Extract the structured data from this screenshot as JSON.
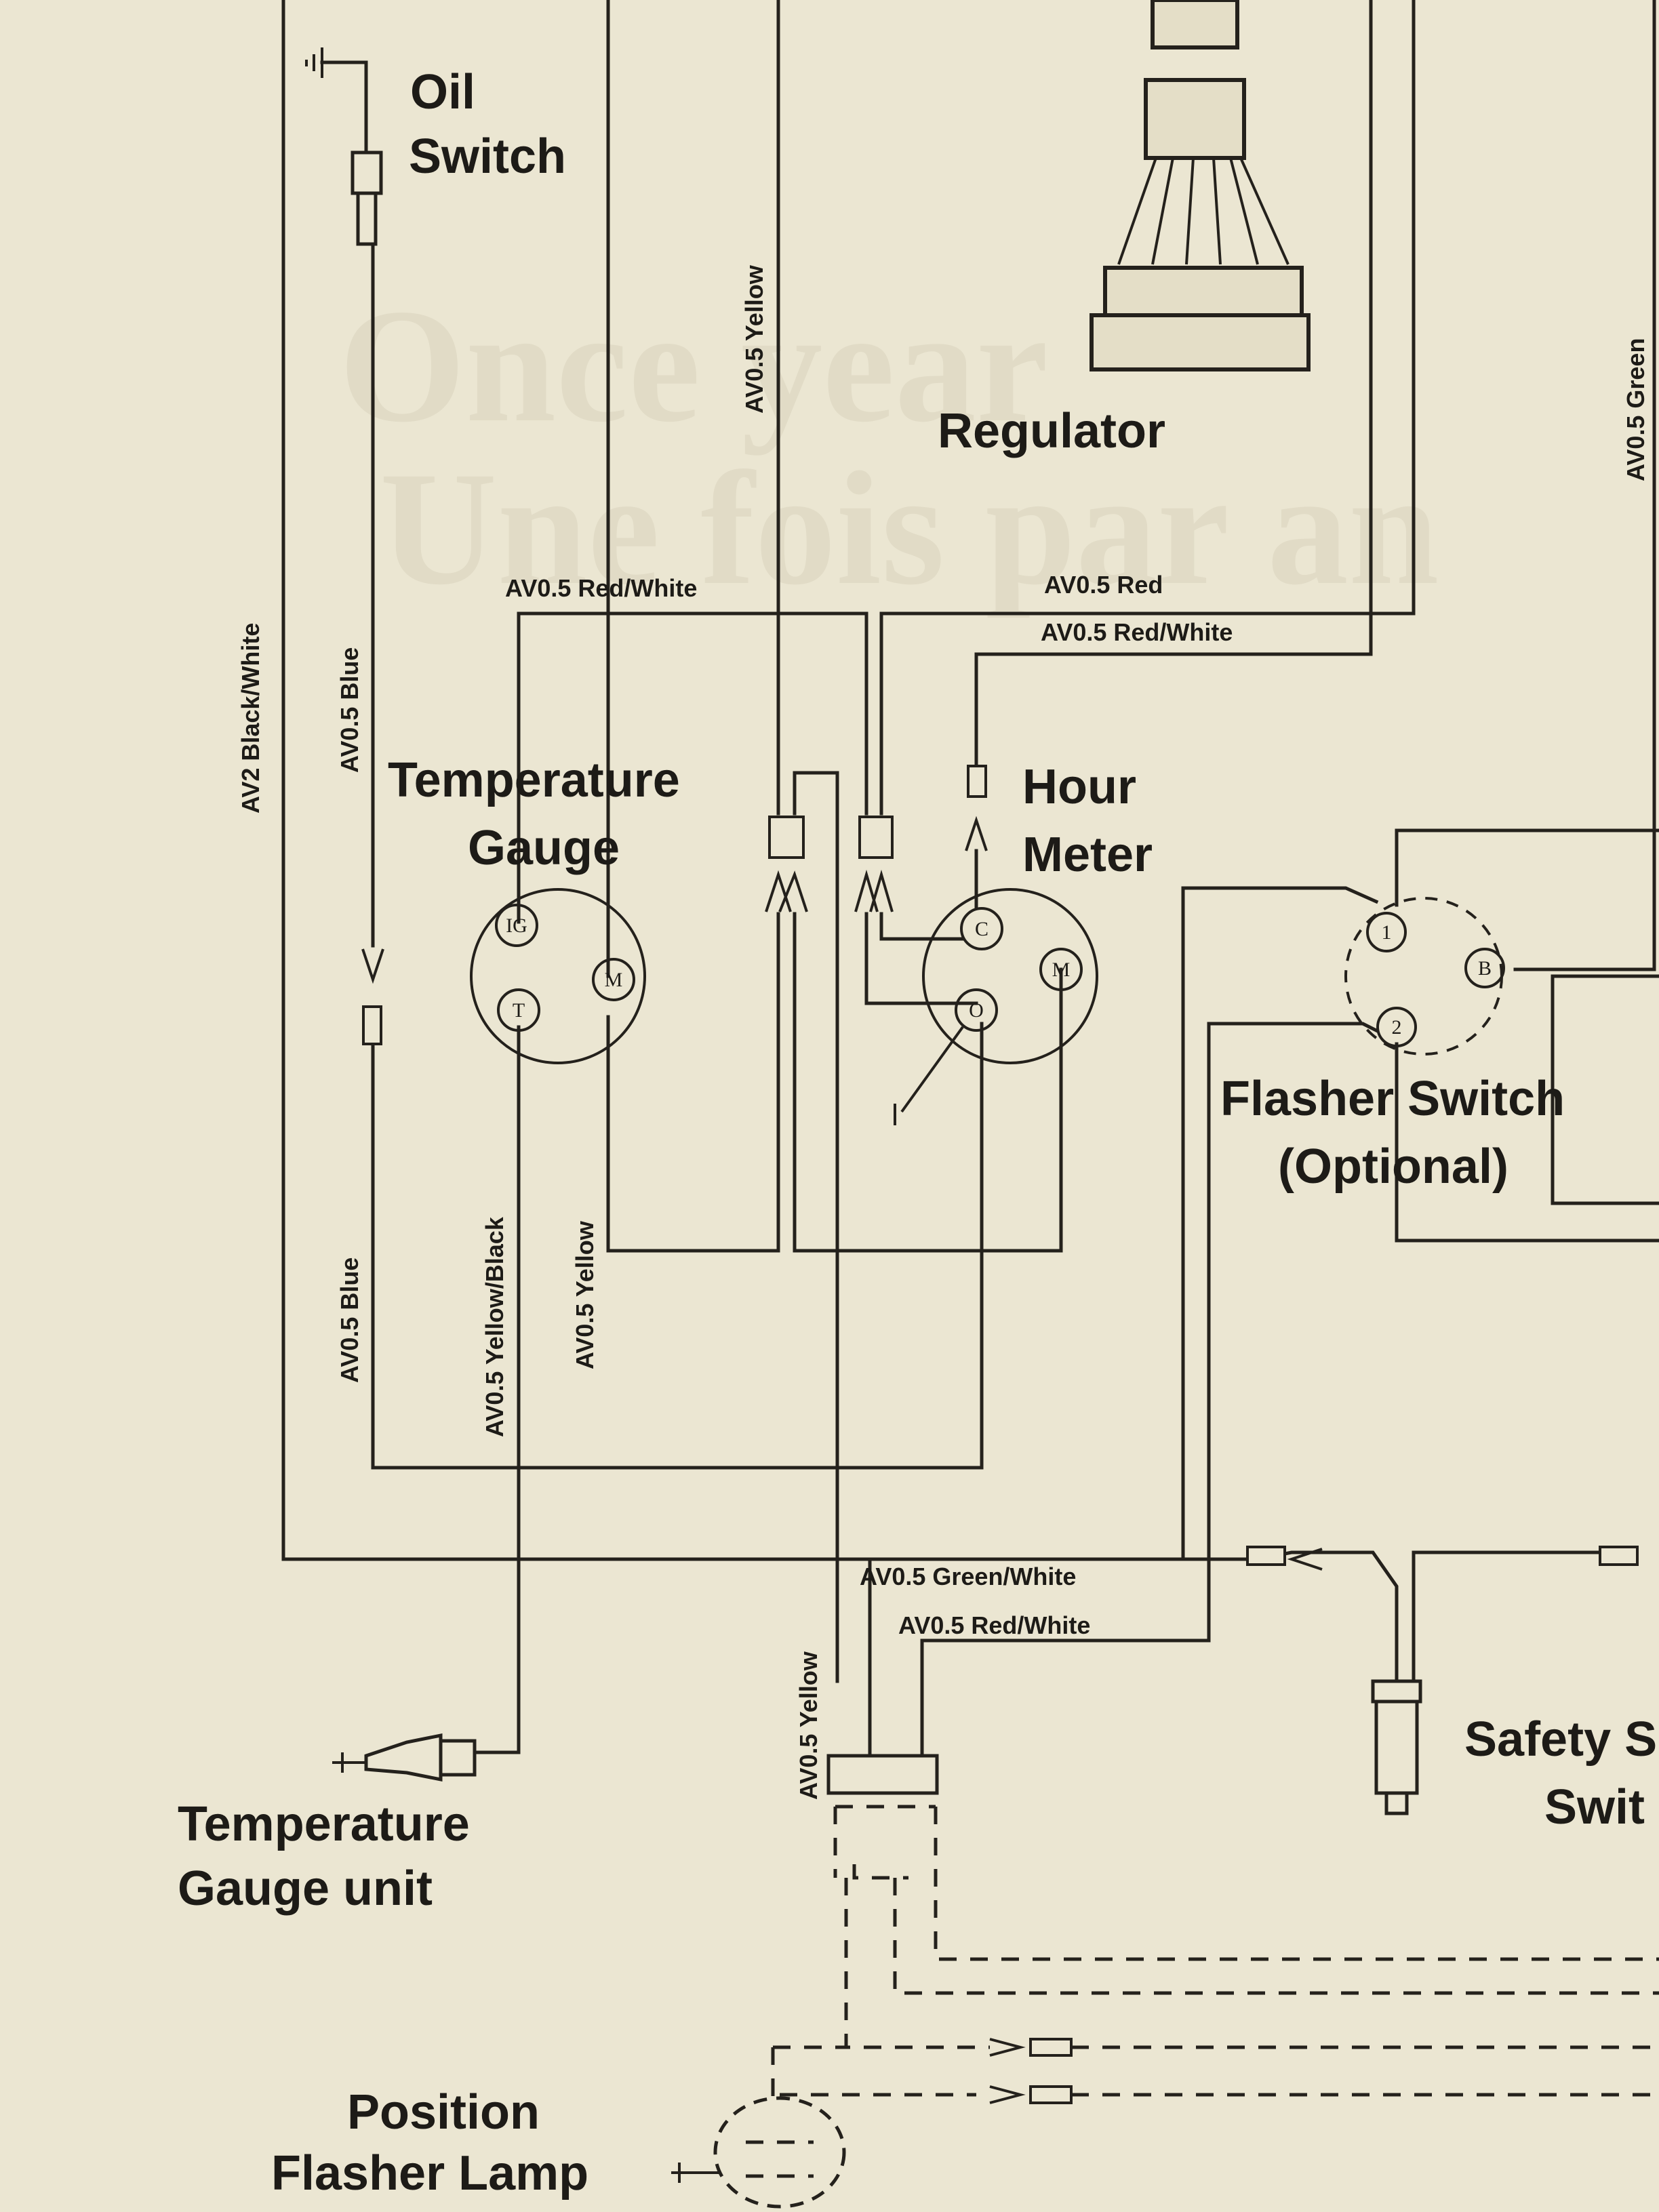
{
  "diagram": {
    "show_through": [
      "Once year",
      "Une fois par an"
    ],
    "labels": {
      "oil_switch": [
        "Oil",
        "Switch"
      ],
      "regulator": "Regulator",
      "temperature_gauge": [
        "Temperature",
        "Gauge"
      ],
      "hour_meter": [
        "Hour",
        "Meter"
      ],
      "flasher_switch": [
        "Flasher Switch",
        "(Optional)"
      ],
      "temperature_gauge_unit": [
        "Temperature",
        "Gauge unit"
      ],
      "safety_switch": [
        "Safety S",
        "Swit"
      ],
      "position_flasher_lamp": [
        "Position",
        "Flasher Lamp"
      ]
    },
    "wire_labels": {
      "red_white_upper": "AV0.5 Red/White",
      "red": "AV0.5 Red",
      "red_white_right": "AV0.5 Red/White",
      "green_white": "AV0.5 Green/White",
      "red_white_lower": "AV0.5 Red/White",
      "yellow_top": "AV0.5 Yellow",
      "green": "AV0.5 Green",
      "black_white": "AV2 Black/White",
      "blue_upper": "AV0.5 Blue",
      "blue_lower": "AV0.5 Blue",
      "yellow_black": "AV0.5 Yellow/Black",
      "yellow_mid": "AV0.5 Yellow",
      "yellow_bottom": "AV0.5 Yellow"
    },
    "terminals": {
      "temp_ig": "IG",
      "temp_m": "M",
      "temp_t": "T",
      "hour_c": "C",
      "hour_m": "M",
      "hour_o": "O",
      "flasher_1": "1",
      "flasher_2": "2",
      "flasher_b": "B"
    }
  }
}
